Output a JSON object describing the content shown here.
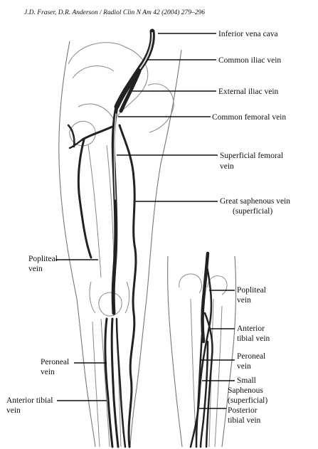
{
  "citation": "J.D. Fraser, D.R. Anderson / Radiol Clin N Am 42 (2004) 279–296",
  "labels": {
    "inferior_vena_cava": [
      "Inferior vena cava"
    ],
    "common_iliac_vein": [
      "Common iliac vein"
    ],
    "external_iliac_vein": [
      "External iliac vein"
    ],
    "common_femoral_vein": [
      "Common femoral vein"
    ],
    "superficial_femoral_vein": [
      "Superficial femoral",
      "vein"
    ],
    "great_saphenous_vein": [
      "Great saphenous vein",
      "(superficial)"
    ],
    "popliteal_vein_front": [
      "Popliteal",
      "vein"
    ],
    "peroneal_vein_front": [
      "Peroneal",
      "vein"
    ],
    "anterior_tibial_vein_front": [
      "Anterior tibial",
      "vein"
    ],
    "popliteal_vein_back": [
      "Popliteal",
      "vein"
    ],
    "anterior_tibial_vein_back": [
      "Anterior",
      "tibial vein"
    ],
    "peroneal_vein_back": [
      "Peroneal",
      "vein"
    ],
    "small_saphenous_vein": [
      "Small",
      "Saphenous",
      "(superficial)"
    ],
    "posterior_tibial_vein": [
      "Posterior",
      "tibial vein"
    ]
  }
}
